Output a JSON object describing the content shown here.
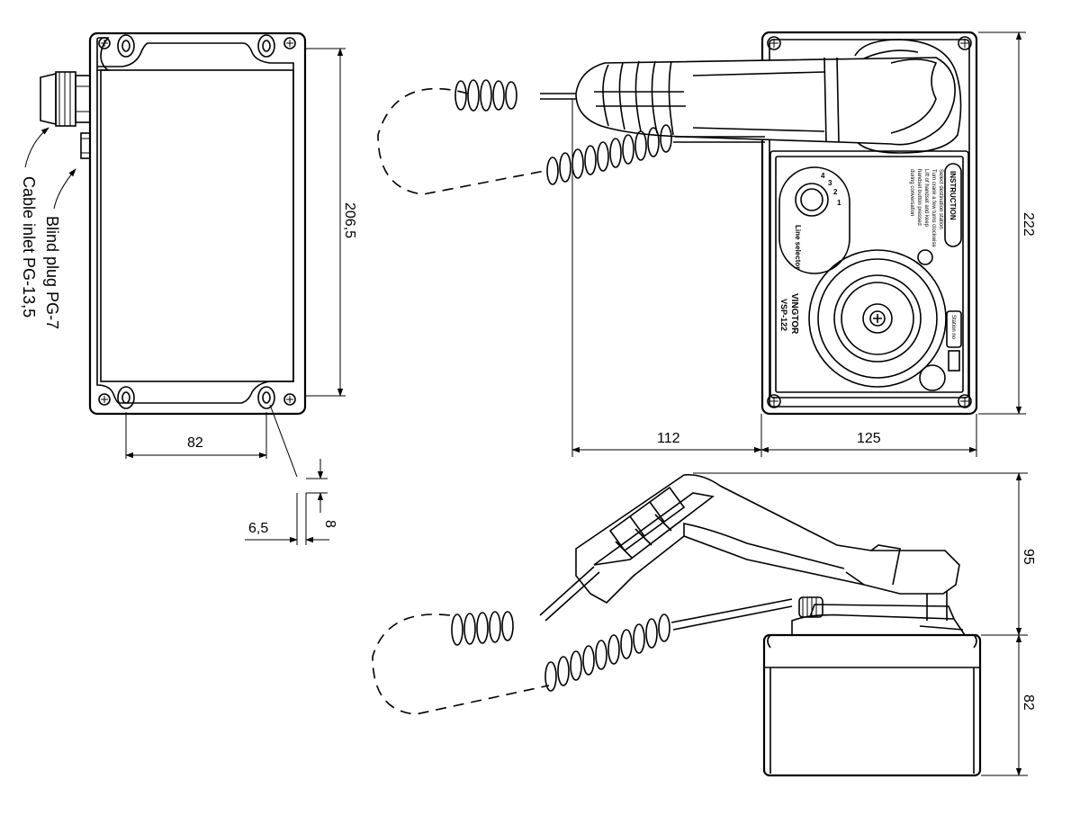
{
  "dimensions": {
    "box_height": "206,5",
    "hole_spacing": "82",
    "hole_diameter": "6,5",
    "hole_depth": "8",
    "cable_length": "112",
    "plate_width": "125",
    "plate_height": "222",
    "handset_height": "95",
    "box_depth": "82"
  },
  "callouts": {
    "cable_inlet": "Cable inlet PG-13,5",
    "blind_plug": "Blind plug PG-7"
  },
  "panel": {
    "instruction_title": "INSTRUCTION",
    "instruction_lines": [
      "Select destination station",
      "Turn crank a few turns clockwise",
      "Lift of handset and keep",
      "handset button pressed",
      "during conversation"
    ],
    "line_selector": "Line selector",
    "brand": "VINGTOR",
    "model": "VSP-122",
    "station_no": "Station no",
    "dial_numbers": [
      "4",
      "3",
      "2",
      "1"
    ]
  }
}
